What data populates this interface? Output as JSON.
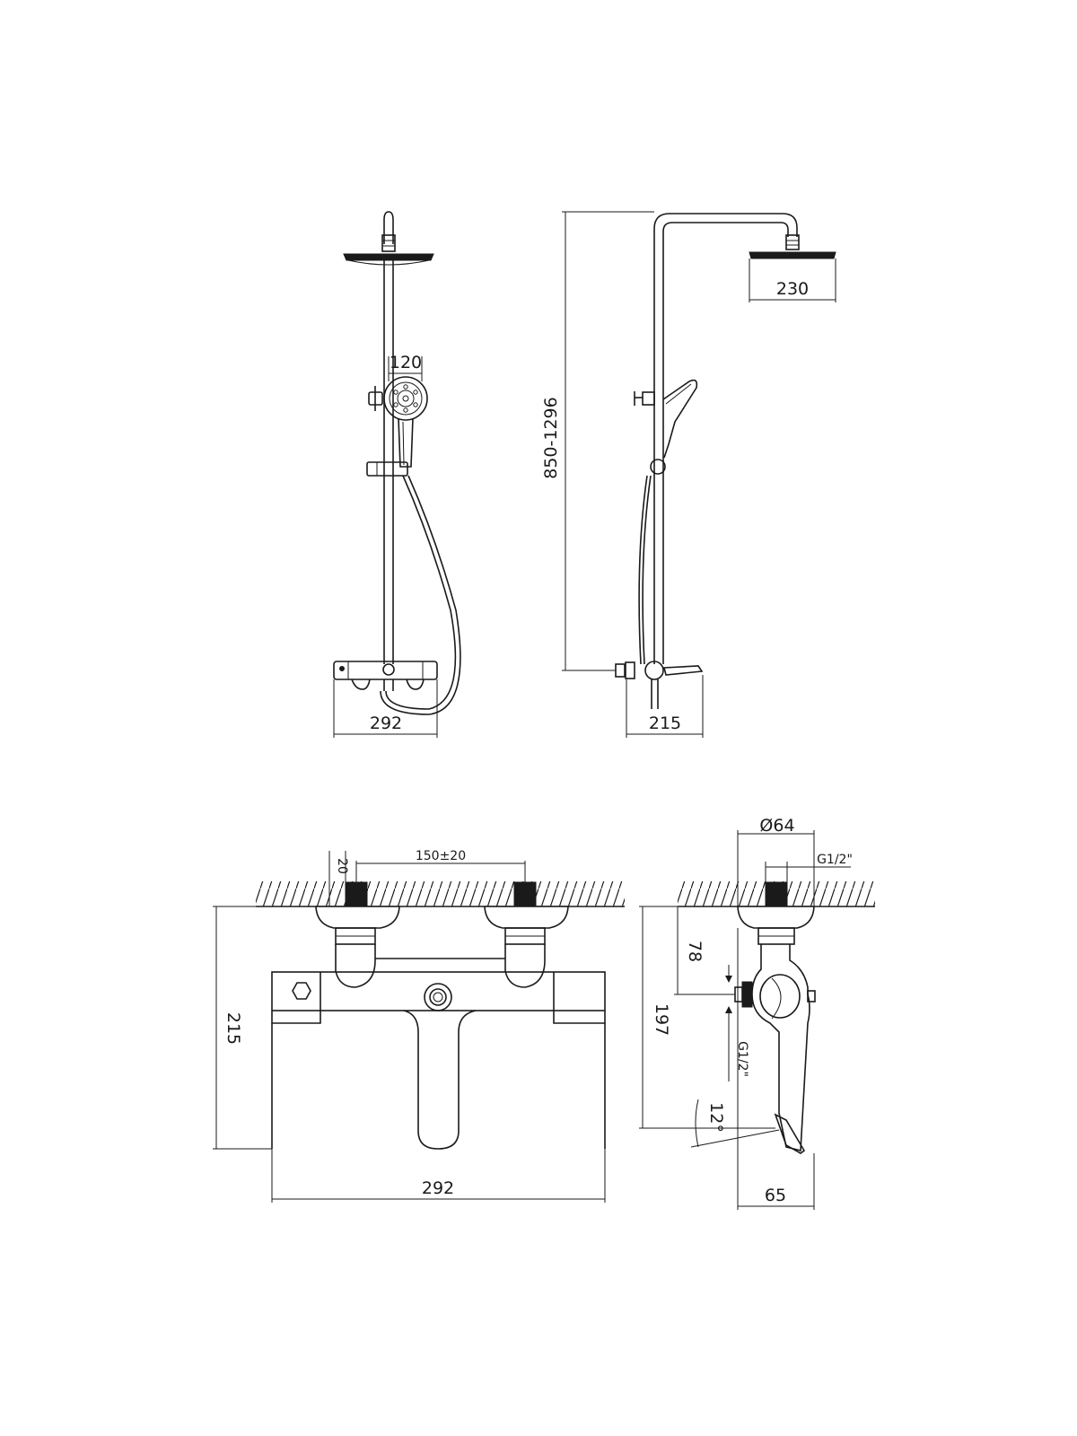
{
  "views": {
    "front_column": {
      "width": "292",
      "handshower": "120"
    },
    "side_column": {
      "height": "850-1296",
      "head": "230",
      "depth": "215"
    },
    "mixer_front": {
      "centers": "150±20",
      "inlet": "20",
      "height": "215",
      "width": "292"
    },
    "mixer_side": {
      "rose": "Ø64",
      "thread_top": "G1/2\"",
      "offset": "78",
      "height": "197",
      "thread_side": "G1/2\"",
      "angle": "12°",
      "depth": "65"
    }
  },
  "colors": {
    "line": "#1a1a1a",
    "background": "#ffffff"
  }
}
